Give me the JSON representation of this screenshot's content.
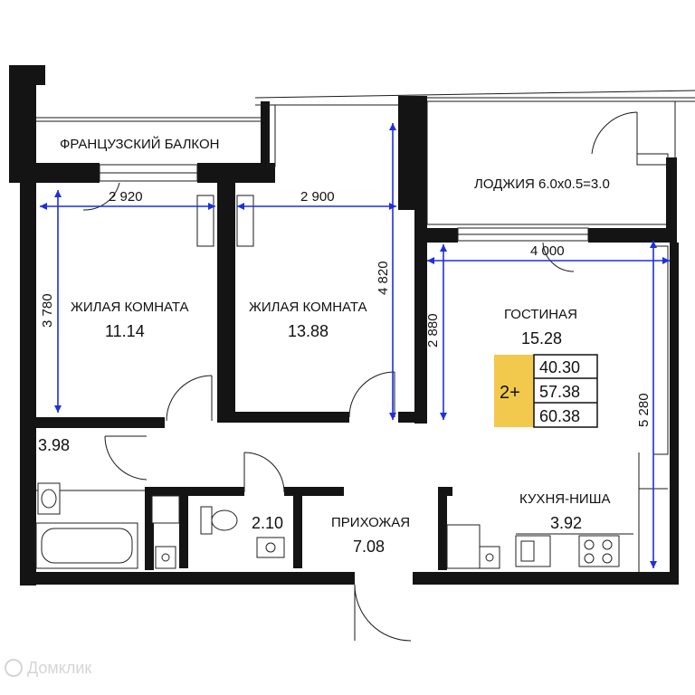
{
  "rooms": {
    "french_balcony": "ФРАНЦУЗСКИЙ БАЛКОН",
    "loggia": "ЛОДЖИЯ 6.0x0.5=3.0",
    "bedroom1": {
      "label": "ЖИЛАЯ КОМНАТА",
      "area": "11.14"
    },
    "bedroom2": {
      "label": "ЖИЛАЯ КОМНАТА",
      "area": "13.88"
    },
    "living": {
      "label": "ГОСТИНАЯ",
      "area": "15.28"
    },
    "bathroom": {
      "area": "3.98"
    },
    "wc": {
      "area": "2.10"
    },
    "hall": {
      "label": "ПРИХОЖАЯ",
      "area": "7.08"
    },
    "kitchen": {
      "label": "КУХНЯ-НИША",
      "area": "3.92"
    }
  },
  "summary": {
    "rooms_badge": "2+",
    "living_area": "40.30",
    "total_area": "57.38",
    "total_with_loggia": "60.38",
    "badge_color": "#f2c94c"
  },
  "dimensions": {
    "b1_width": "2 920",
    "b2_width": "2 900",
    "living_width": "4 000",
    "b1_height": "3 780",
    "b2_height": "4 820",
    "living_height": "2 880",
    "total_height": "5 280"
  },
  "watermark": "Домклик",
  "colors": {
    "dimension": "#1e2fe0",
    "wall": "#141414"
  }
}
